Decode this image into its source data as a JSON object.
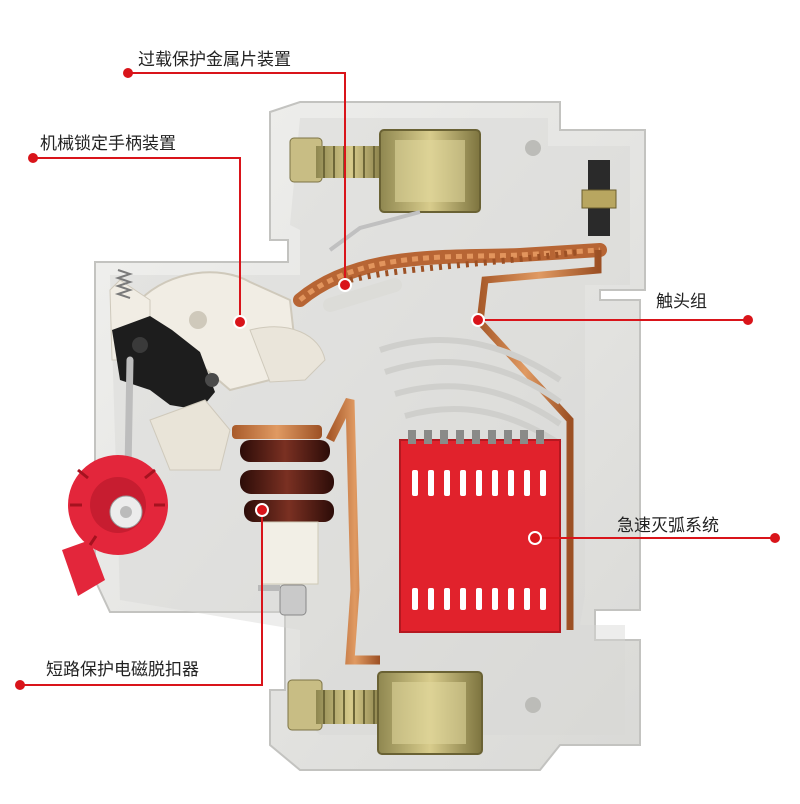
{
  "labels": {
    "overload": "过载保护金属片装置",
    "handle": "机械锁定手柄装置",
    "contact": "触头组",
    "arc": "急速灭弧系统",
    "short_circuit": "短路保护电磁脱扣器"
  },
  "colors": {
    "callout_line": "#d9141a",
    "housing": "#e6e6e4",
    "arc_chute": "#e1222c",
    "copper": "#c8733a",
    "handle_red": "#e3263b",
    "coil": "#4a1a12",
    "terminal_metal": "#c9b97a"
  }
}
